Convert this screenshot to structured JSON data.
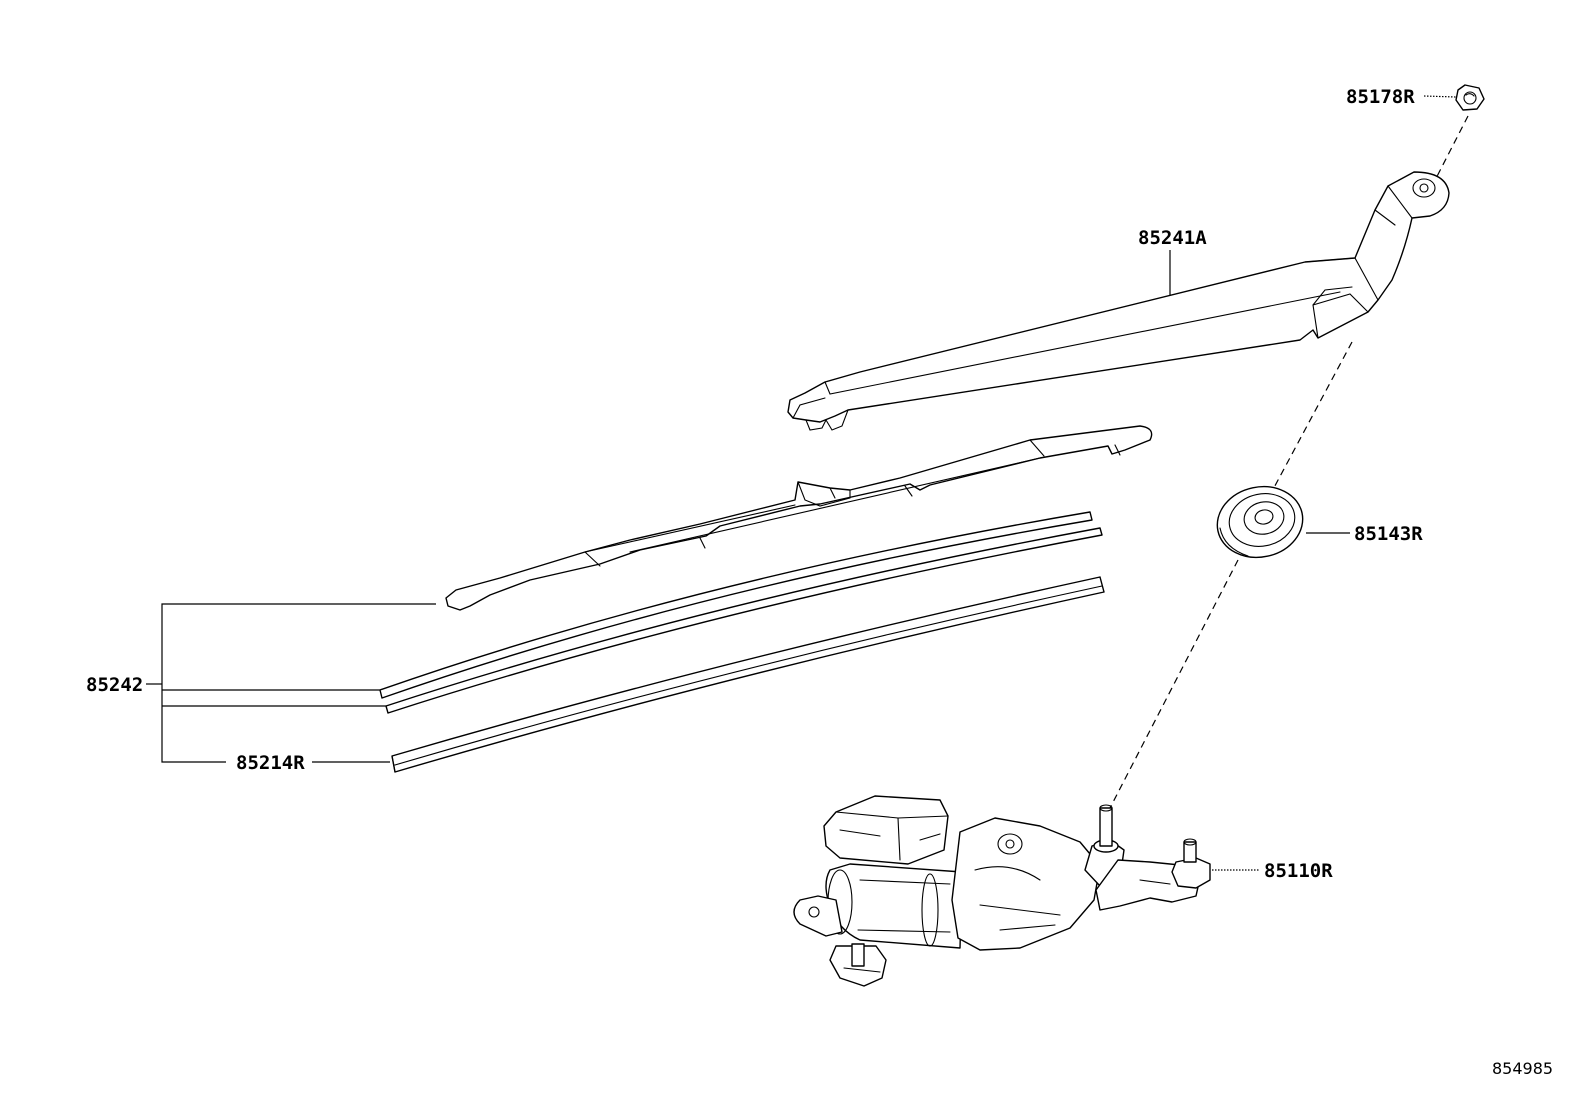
{
  "diagram": {
    "id": "854985",
    "callouts": {
      "nut": "85178R",
      "arm": "85241A",
      "cap": "85143R",
      "blade_assy": "85242",
      "blade_rubber": "85214R",
      "motor": "85110R"
    }
  }
}
